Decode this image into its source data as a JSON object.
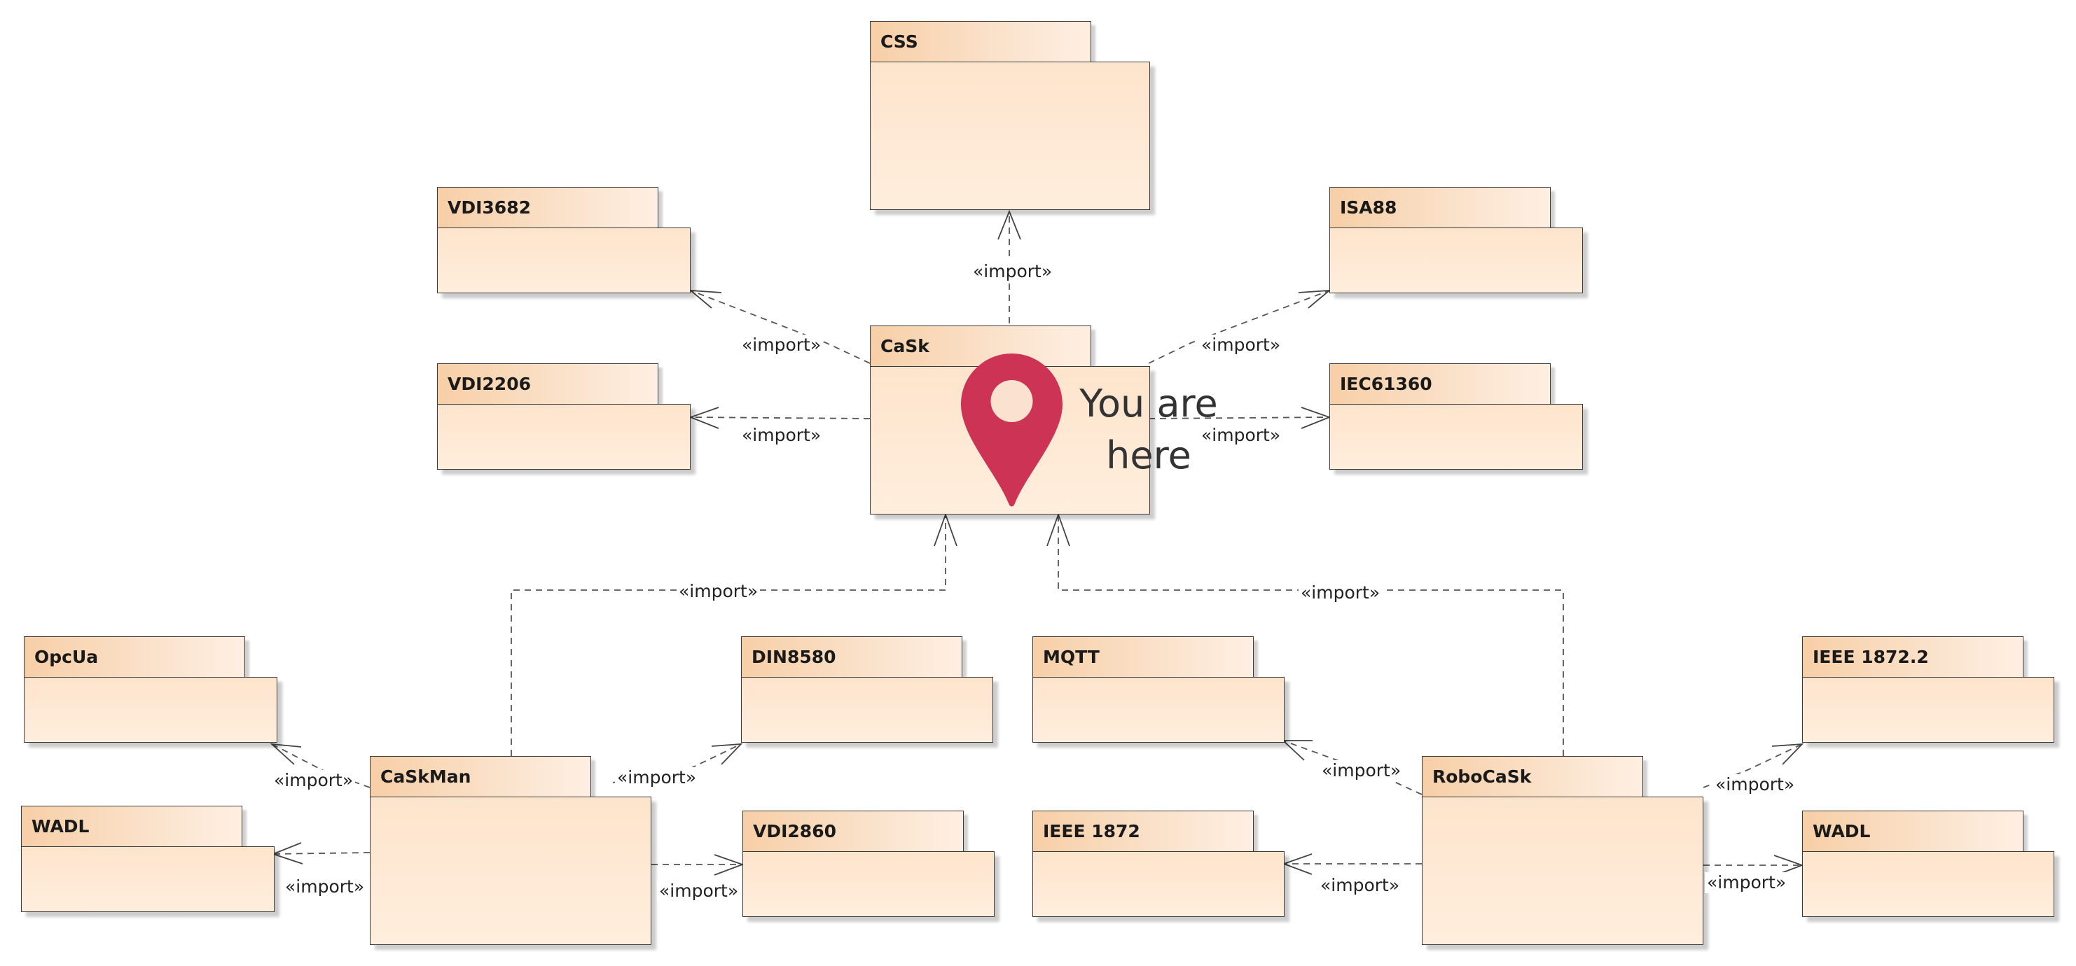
{
  "diagram": {
    "packages": {
      "css": "CSS",
      "cask": "CaSk",
      "vdi3682": "VDI3682",
      "vdi2206": "VDI2206",
      "isa88": "ISA88",
      "iec61360": "IEC61360",
      "opcua": "OpcUa",
      "wadl_left": "WADL",
      "caskman": "CaSkMan",
      "din8580": "DIN8580",
      "vdi2860": "VDI2860",
      "mqtt": "MQTT",
      "ieee1872": "IEEE 1872",
      "robocask": "RoboCaSk",
      "ieee18722": "IEEE 1872.2",
      "wadl_right": "WADL"
    },
    "dependency_label": "«import»",
    "dependencies": [
      {
        "from": "CaSk",
        "to": "CSS"
      },
      {
        "from": "CaSk",
        "to": "VDI3682"
      },
      {
        "from": "CaSk",
        "to": "VDI2206"
      },
      {
        "from": "CaSk",
        "to": "ISA88"
      },
      {
        "from": "CaSk",
        "to": "IEC61360"
      },
      {
        "from": "CaSkMan",
        "to": "CaSk"
      },
      {
        "from": "RoboCaSk",
        "to": "CaSk"
      },
      {
        "from": "CaSkMan",
        "to": "OpcUa"
      },
      {
        "from": "CaSkMan",
        "to": "WADL"
      },
      {
        "from": "CaSkMan",
        "to": "DIN8580"
      },
      {
        "from": "CaSkMan",
        "to": "VDI2860"
      },
      {
        "from": "RoboCaSk",
        "to": "MQTT"
      },
      {
        "from": "RoboCaSk",
        "to": "IEEE 1872"
      },
      {
        "from": "RoboCaSk",
        "to": "IEEE 1872.2"
      },
      {
        "from": "RoboCaSk",
        "to": "WADL"
      }
    ],
    "callout": "You are here",
    "colors": {
      "package_fill": "#fde4cc",
      "tab_fill": "#f7cfa7",
      "outline": "#3a3a3a",
      "marker": "#cc3355"
    },
    "marker_icon": "location-pin-icon"
  }
}
